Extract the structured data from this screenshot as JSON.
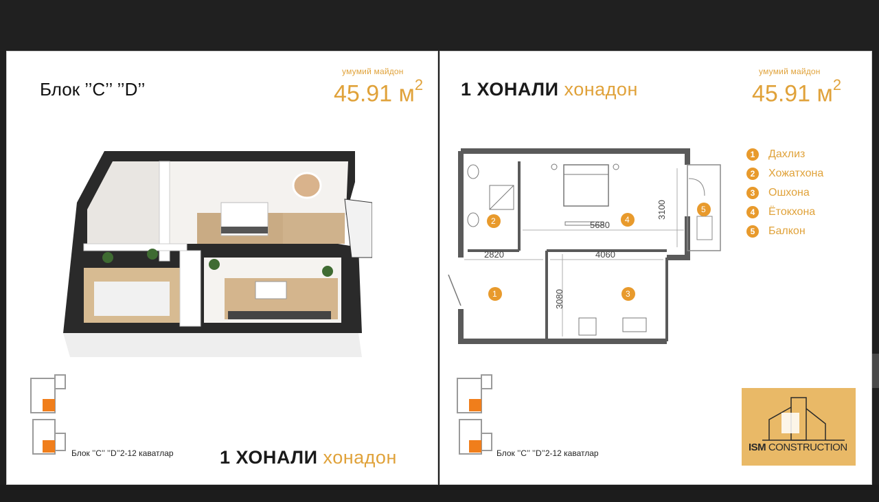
{
  "left": {
    "block_title": "Блок ’’C’’ ’’D’’",
    "area_label": "умумий майдон",
    "area_value": "45.91",
    "area_unit": "м",
    "area_power": "2",
    "title_dark": "1 ХОНАЛИ",
    "title_gold": "хонадон",
    "floor_note": "Блок ’’C’’ ’’D’’2-12 каватлар"
  },
  "right": {
    "title_dark": "1 ХОНАЛИ",
    "title_gold": "хонадон",
    "area_label": "умумий майдон",
    "area_value": "45.91",
    "area_unit": "м",
    "area_power": "2",
    "floor_note": "Блок ’’C’’ ’’D’’2-12 каватлар",
    "dimensions": {
      "d5680": "5680",
      "d3100": "3100",
      "d2820": "2820",
      "d4060": "4060",
      "d3080": "3080"
    },
    "room_numbers": [
      "1",
      "2",
      "3",
      "4",
      "5"
    ],
    "legend": [
      {
        "num": "1",
        "label": "Дахлиз"
      },
      {
        "num": "2",
        "label": "Хожатхона"
      },
      {
        "num": "3",
        "label": "Ошхона"
      },
      {
        "num": "4",
        "label": "Ётокхона"
      },
      {
        "num": "5",
        "label": "Балкон"
      }
    ],
    "logo": {
      "bold": "ISM",
      "rest": "CONSTRUCTION"
    }
  },
  "colors": {
    "accent": "#e0a23a",
    "marker": "#e89a2c",
    "logo_bg": "#e9b967",
    "frame": "#1f1f1f"
  }
}
